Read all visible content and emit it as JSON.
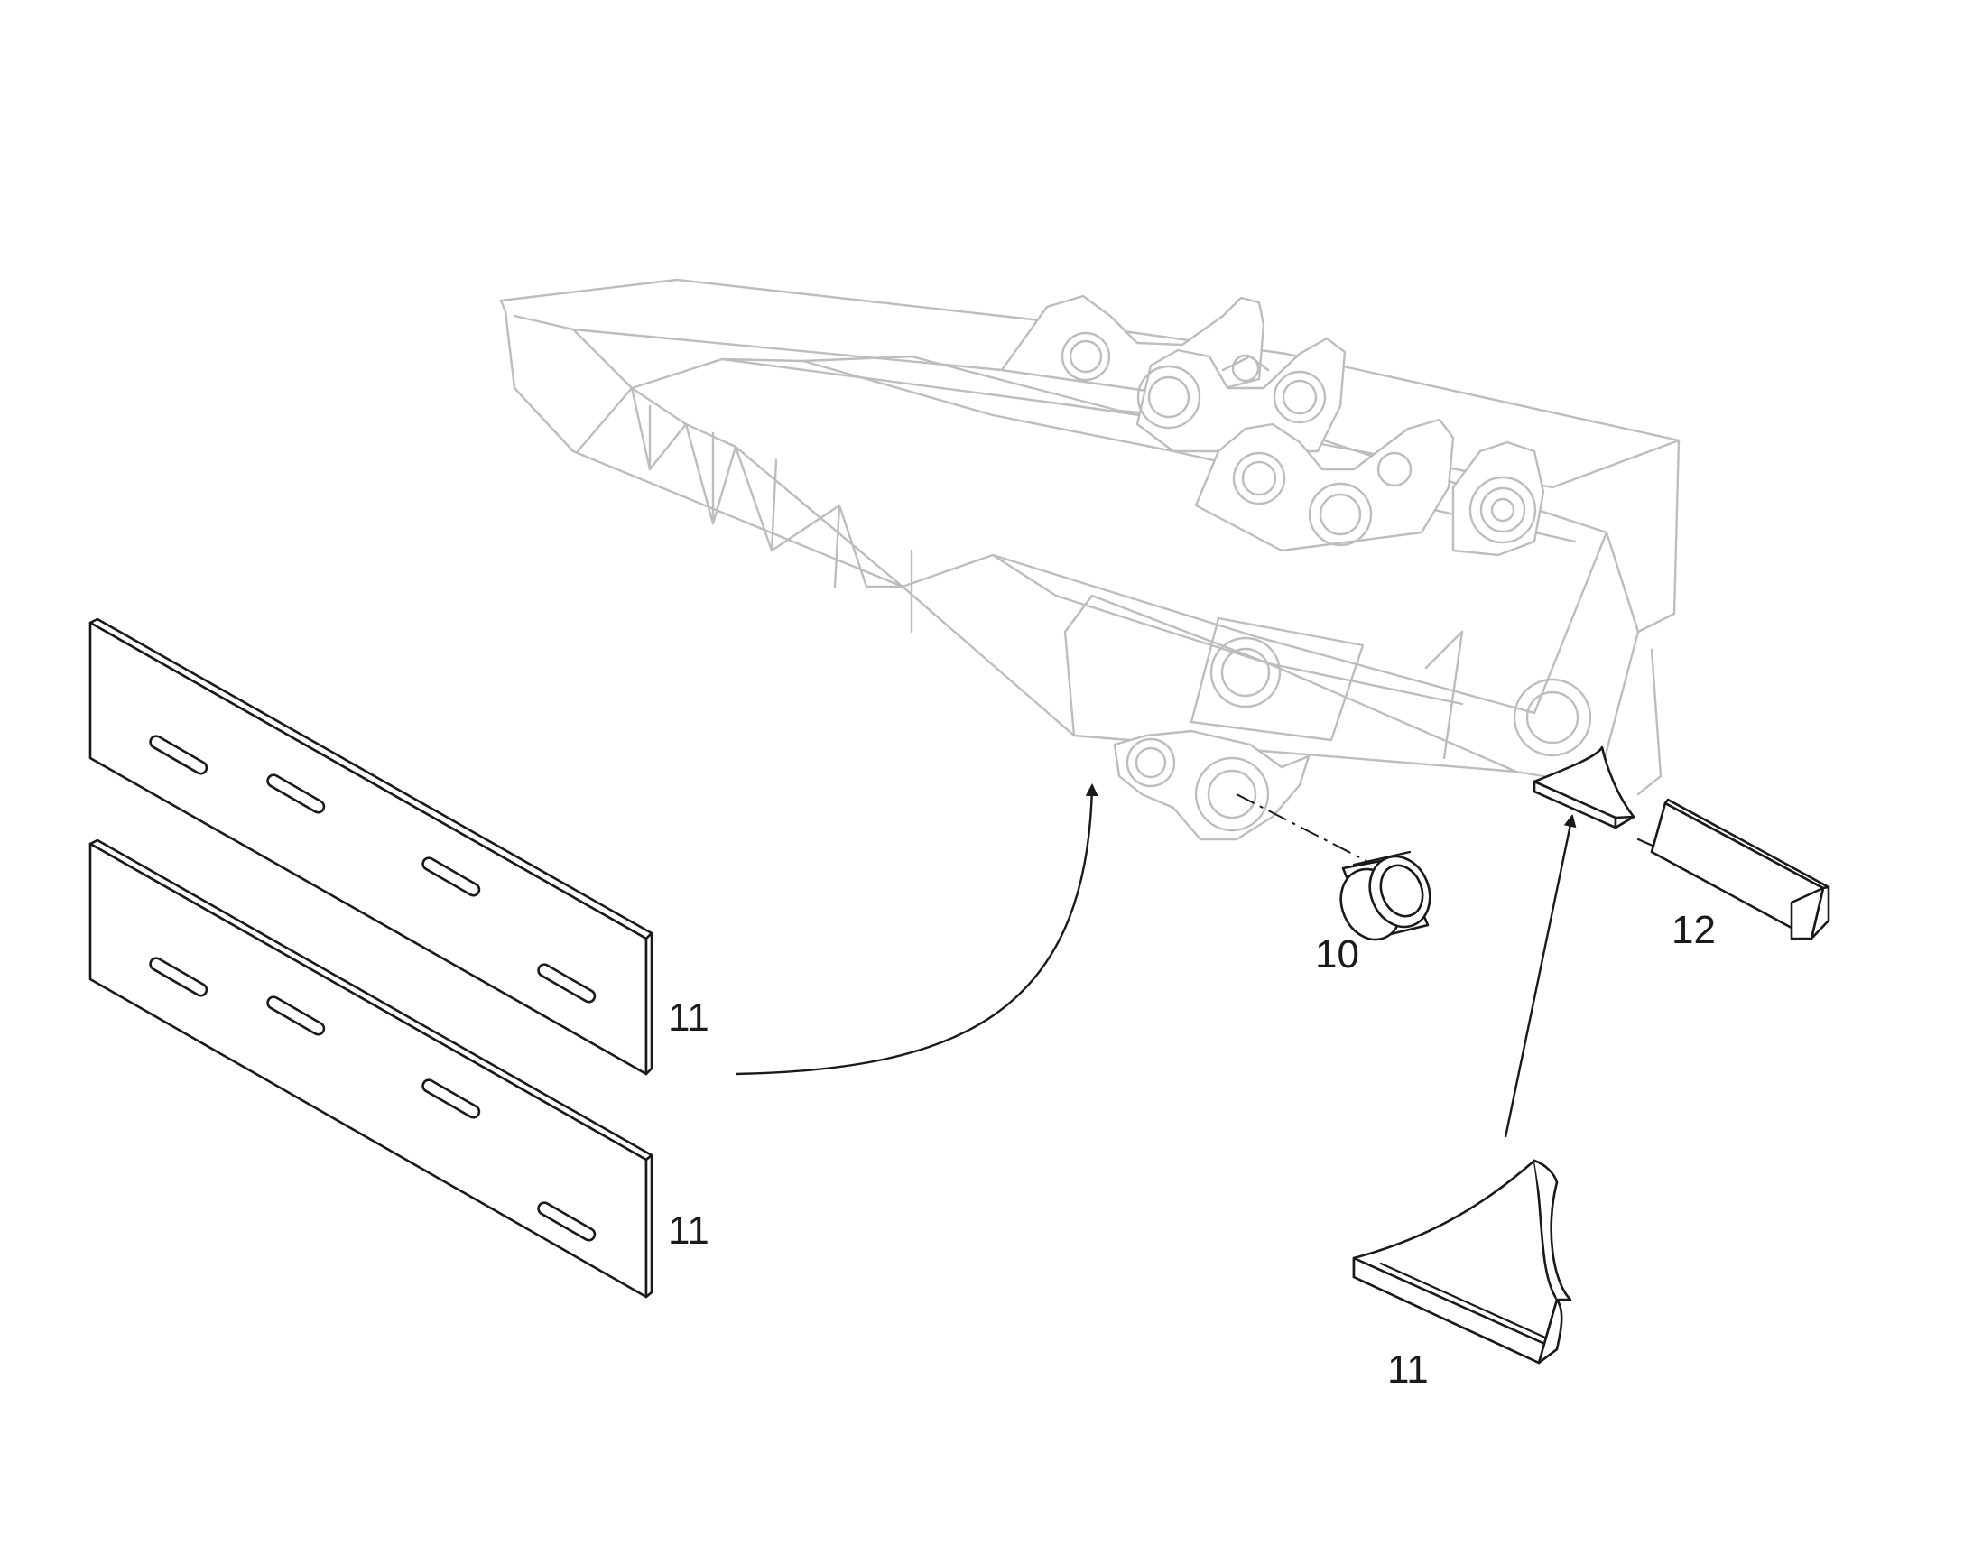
{
  "labels": {
    "plate_upper": "11",
    "plate_lower": "11",
    "bushing": "10",
    "pin": "12",
    "gusset": "11"
  },
  "colors": {
    "frame_line": "#bdbdbd",
    "part_line": "#1a1a1a",
    "background": "#ffffff"
  }
}
